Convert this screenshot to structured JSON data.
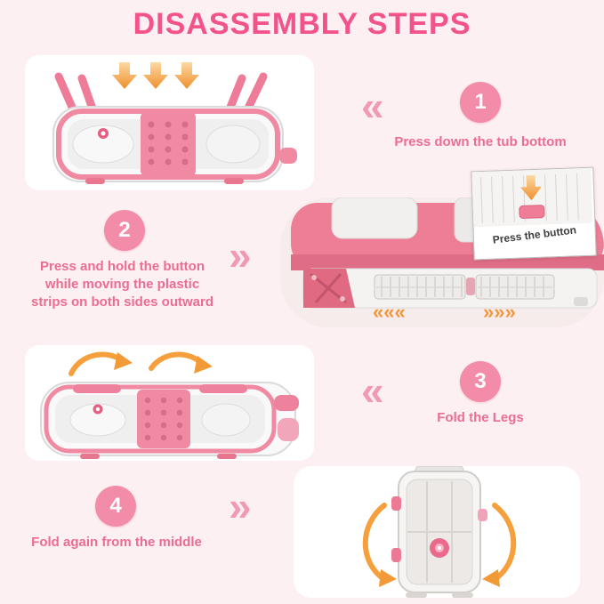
{
  "title": "DISASSEMBLY STEPS",
  "steps": [
    {
      "number": "1",
      "text": "Press down the tub bottom"
    },
    {
      "number": "2",
      "text": "Press and hold the button\nwhile moving the plastic\nstrips on both sides outward"
    },
    {
      "number": "3",
      "text": "Fold the Legs"
    },
    {
      "number": "4",
      "text": "Fold again from the middle"
    }
  ],
  "inset": {
    "label": "Press the button"
  },
  "icons": {
    "chevron_left": "«",
    "chevron_right": "»",
    "slide_left": "«««",
    "slide_right": "»»»"
  },
  "colors": {
    "background": "#fdf0f2",
    "title": "#f3538b",
    "step_circle": "#f28ca9",
    "step_text": "#ec6d92",
    "chevron_pink": "#f09ab4",
    "product_pink": "#ee7f97",
    "arrow_orange": "#f1922f"
  }
}
